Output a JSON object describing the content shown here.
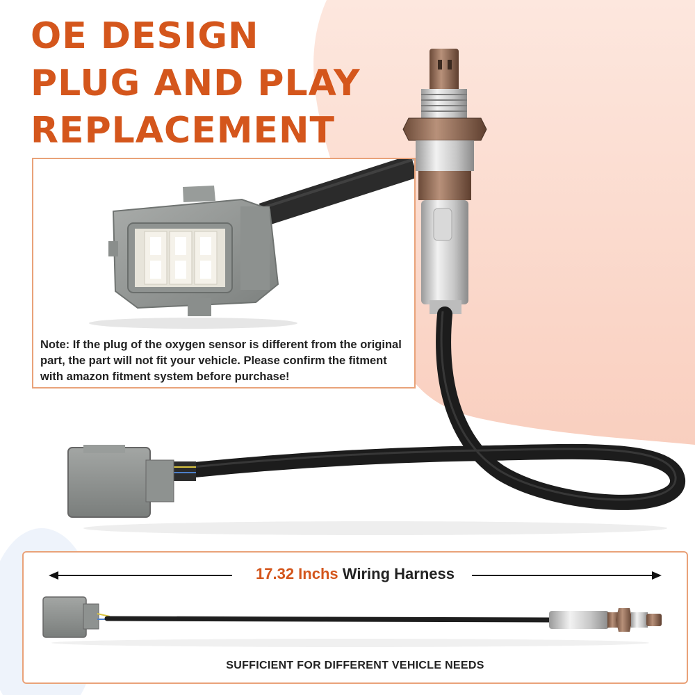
{
  "headline": {
    "line1": "OE DESIGN",
    "line2": "PLUG AND PLAY",
    "line3": "REPLACEMENT"
  },
  "note": {
    "text": "Note: If the plug of the oxygen sensor is different from the original part, the part will not fit your vehicle. Please confirm the fitment with amazon fitment system before purchase!"
  },
  "harness": {
    "length": "17.32 Inchs",
    "label": "Wiring Harness"
  },
  "footer": {
    "text": "SUFFICIENT FOR DIFFERENT VEHICLE NEEDS"
  },
  "colors": {
    "accent": "#d4561c",
    "panel_border": "#e9a279",
    "blob": "#fbd9cc"
  },
  "icons": [
    "oxygen-sensor-icon",
    "connector-plug-icon",
    "arrow-left-icon",
    "arrow-right-icon"
  ]
}
